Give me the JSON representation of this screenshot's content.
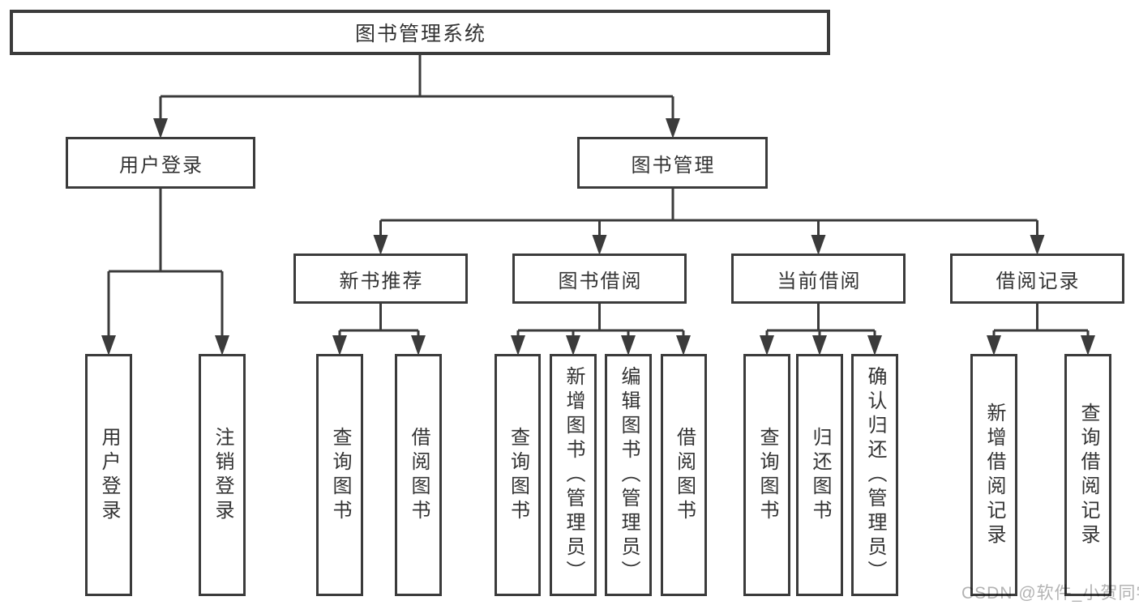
{
  "diagram": {
    "root": {
      "label": "图书管理系统"
    },
    "level2": {
      "user_login": {
        "label": "用户登录"
      },
      "book_mgmt": {
        "label": "图书管理"
      }
    },
    "level3": {
      "new_book_rec": {
        "label": "新书推荐"
      },
      "book_borrow": {
        "label": "图书借阅"
      },
      "current_borrow": {
        "label": "当前借阅"
      },
      "borrow_records": {
        "label": "借阅记录"
      }
    },
    "leaves": {
      "login": {
        "label": "用户登录"
      },
      "logout": {
        "label": "注销登录"
      },
      "rec_query_books": {
        "label": "查询图书"
      },
      "rec_borrow_books": {
        "label": "借阅图书"
      },
      "bb_query_books": {
        "label": "查询图书"
      },
      "bb_add_books": {
        "label": "新增图书（管理员）"
      },
      "bb_edit_books": {
        "label": "编辑图书（管理员）"
      },
      "bb_borrow_books": {
        "label": "借阅图书"
      },
      "cb_query_books": {
        "label": "查询图书"
      },
      "cb_return_books": {
        "label": "归还图书"
      },
      "cb_confirm_return": {
        "label": "确认归还（管理员）"
      },
      "br_add_record": {
        "label": "新增借阅记录"
      },
      "br_query_record": {
        "label": "查询借阅记录"
      }
    },
    "watermark": "CSDN @软件_小贺同学",
    "colors": {
      "line": "#3b3b3b",
      "text": "#333333",
      "watermark": "#b3b3b3",
      "background": "#ffffff"
    }
  }
}
